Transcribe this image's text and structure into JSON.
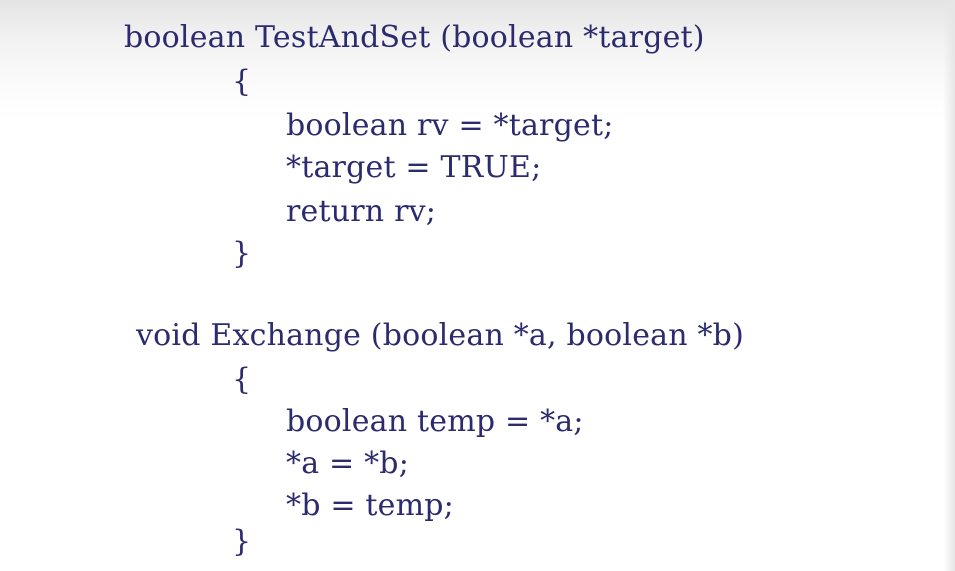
{
  "text_color": "#2b2b6e",
  "blocks": [
    {
      "lines": [
        "boolean TestAndSet (boolean *target)",
        "{",
        "boolean rv = *target;",
        "*target = TRUE;",
        "return rv;",
        "}"
      ]
    },
    {
      "lines": [
        "void Exchange (boolean *a, boolean *b)",
        "{",
        "boolean temp = *a;",
        "*a = *b;",
        "*b = temp;",
        "}"
      ]
    }
  ]
}
